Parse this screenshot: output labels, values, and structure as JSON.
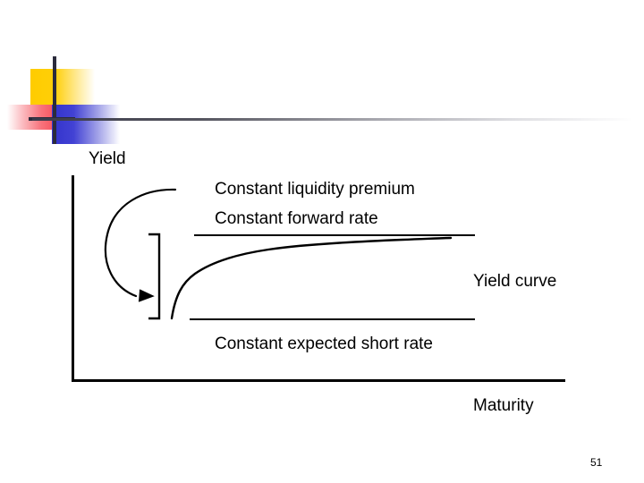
{
  "slide": {
    "page_number": "51",
    "background_color": "#FFFFFF"
  },
  "decoration": {
    "logo_yellow_color": "#FFCC00",
    "logo_red_color": "#F43E4A",
    "logo_blue_color": "#3333CC",
    "logo_line_color": "#2B2B3C",
    "header_rule_color": "#3A3A4A"
  },
  "chart_data": {
    "type": "line",
    "title": "",
    "xlabel": "Maturity",
    "ylabel": "Yield",
    "grid": false,
    "legend_position": "inline-annotations",
    "axis_color": "#000000",
    "series": [
      {
        "name": "Yield curve",
        "style": "concave-rising",
        "points": [
          [
            0.0,
            0.24
          ],
          [
            0.03,
            0.38
          ],
          [
            0.08,
            0.5
          ],
          [
            0.15,
            0.59
          ],
          [
            0.25,
            0.68
          ],
          [
            0.4,
            0.76
          ],
          [
            0.55,
            0.81
          ],
          [
            0.72,
            0.85
          ],
          [
            0.88,
            0.87
          ],
          [
            1.0,
            0.88
          ]
        ]
      },
      {
        "name": "Constant forward rate",
        "style": "horizontal",
        "level": 1.0
      },
      {
        "name": "Constant expected short rate",
        "style": "horizontal",
        "level": 0.0
      }
    ],
    "annotations": [
      {
        "id": "liquidity-premium",
        "text": "Constant liquidity premium"
      },
      {
        "id": "forward-rate",
        "text": "Constant forward rate"
      },
      {
        "id": "yield-curve",
        "text": "Yield curve"
      },
      {
        "id": "short-rate",
        "text": "Constant expected short rate"
      }
    ],
    "bracket": {
      "label": "liquidity premium span",
      "spans": [
        "Constant forward rate",
        "Constant expected short rate"
      ]
    },
    "arrow": {
      "label": "pointer from liquidity premium text to bracket",
      "direction": "curved-down-right"
    }
  },
  "labels": {
    "yield_axis": "Yield",
    "maturity_axis": "Maturity",
    "liquidity_premium": "Constant liquidity premium",
    "forward_rate": "Constant forward rate",
    "yield_curve": "Yield curve",
    "short_rate": "Constant expected short rate"
  }
}
